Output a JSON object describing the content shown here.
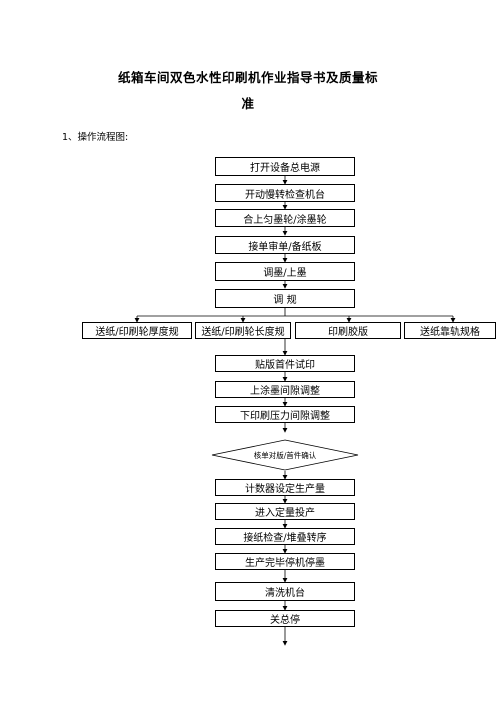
{
  "title_line1": "纸箱车间双色水性印刷机作业指导书及质量标",
  "title_line2": "准",
  "section_heading": "1、操作流程图:",
  "steps_top": [
    "打开设备总电源",
    "开动慢转检查机台",
    "合上匀墨轮/涂墨轮",
    "接单审单/备纸板",
    "调墨/上墨",
    "调  规"
  ],
  "branches": [
    "送纸/印刷轮厚度规",
    "送纸/印刷轮长度规",
    "印刷胶版",
    "送纸靠轨规格"
  ],
  "steps_bottom": [
    "贴版首件试印",
    "上涂墨间隙调整",
    "下印刷压力间隙调整"
  ],
  "decision": "核单对版/首件确认",
  "steps_end": [
    "计数器设定生产量",
    "进入定量投产",
    "接纸检查/堆叠转序",
    "生产完毕停机停墨",
    "清洗机台",
    "关总停"
  ]
}
